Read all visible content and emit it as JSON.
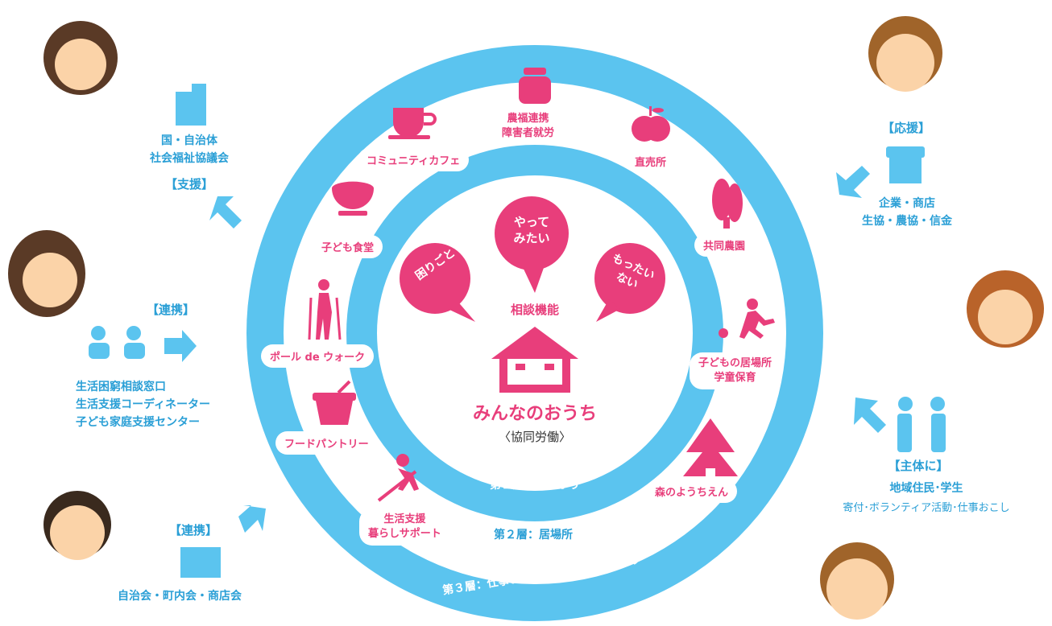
{
  "center": {
    "bubbles": [
      "困りごと",
      "やって\nみたい",
      "もったい\nない"
    ],
    "consult": "相談機能",
    "title": "みんなのおうち",
    "subtitle": "〈協同労働〉"
  },
  "layers": {
    "first": "第１層：つながり",
    "second": "第２層：居場所",
    "third": "第３層：仕事おこし　ワーカーズコープ"
  },
  "ring_items": {
    "cafe": "コミュニティカフェ",
    "farm_welfare": "農福連携\n障害者就労",
    "direct_sales": "直売所",
    "shared_farm": "共同農園",
    "kids_place": "子どもの居場所\n学童保育",
    "forest_kinder": "森のようちえん",
    "life_support": "生活支援\n暮らしサポート",
    "food_pantry": "フードパントリー",
    "pole_walk": "ポール de ウォーク",
    "kids_dining": "子ども食堂"
  },
  "outside": {
    "gov": {
      "lines": "国・自治体\n社会福祉協議会",
      "tag": "【支援】"
    },
    "liaison": {
      "tag": "【連携】",
      "lines": "生活困窮相談窓口\n生活支援コーディネーター\n子ども家庭支援センター"
    },
    "community": {
      "tag": "【連携】",
      "lines": "自治会・町内会・商店会"
    },
    "support": {
      "tag": "【応援】",
      "lines": "企業・商店\n生協・農協・信金"
    },
    "subject": {
      "tag": "【主体に】",
      "lines": "地域住民･学生",
      "sub": "寄付･ボランティア活動･仕事おこし"
    }
  },
  "colors": {
    "ring": "#5bc4ef",
    "pink": "#e83e7b",
    "blue_text": "#2a9fd6"
  },
  "icons": [
    "building-icon",
    "people-talking-icon",
    "arrow-right-icon",
    "apartment-icon",
    "shop-icon",
    "handshake-icon",
    "cup-icon",
    "jar-icon",
    "apple-icon",
    "vegetable-icon",
    "running-child-icon",
    "tree-icon",
    "sweeper-icon",
    "basket-icon",
    "walker-icon",
    "bowl-icon",
    "house-icon"
  ]
}
